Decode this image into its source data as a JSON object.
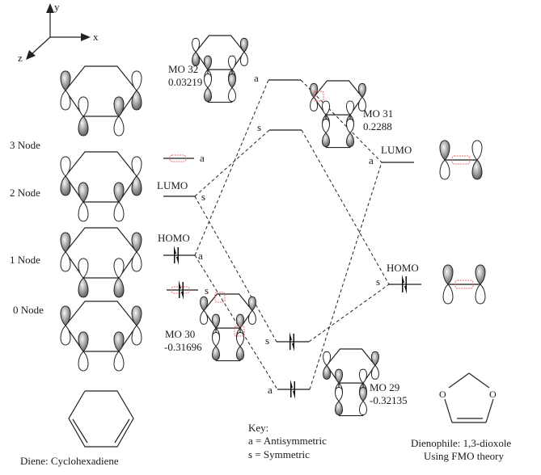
{
  "axes": {
    "x_label": "x",
    "y_label": "y",
    "z_label": "z"
  },
  "diene": {
    "node_labels": [
      "3 Node",
      "2 Node",
      "1 Node",
      "0 Node"
    ],
    "caption": "Diene: Cyclohexadiene",
    "levels": [
      {
        "symmetry": "a",
        "occupied": false,
        "tag": ""
      },
      {
        "symmetry": "s",
        "occupied": false,
        "tag": "LUMO"
      },
      {
        "symmetry": "a",
        "occupied": true,
        "tag": "HOMO"
      },
      {
        "symmetry": "s",
        "occupied": true,
        "tag": ""
      }
    ]
  },
  "complex": {
    "levels": [
      {
        "symmetry": "a",
        "occupied": false,
        "mo_label": "MO 32",
        "energy": "0.03219"
      },
      {
        "symmetry": "s",
        "occupied": false,
        "mo_label": "MO 31",
        "energy": "0.2288"
      },
      {
        "symmetry": "s",
        "occupied": true,
        "mo_label": "MO 30",
        "energy": "-0.31696"
      },
      {
        "symmetry": "a",
        "occupied": true,
        "mo_label": "MO 29",
        "energy": "-0.32135"
      }
    ]
  },
  "dienophile": {
    "caption_line1": "Dienophile: 1,3-dioxole",
    "caption_line2": "Using FMO theory",
    "oxygen_label": "O",
    "levels": [
      {
        "symmetry": "a",
        "occupied": false,
        "tag": "LUMO"
      },
      {
        "symmetry": "s",
        "occupied": true,
        "tag": "HOMO"
      }
    ]
  },
  "key": {
    "title": "Key:",
    "line1": "a = Antisymmetric",
    "line2": "s = Symmetric"
  },
  "colors": {
    "level_line": "#707070",
    "squiggle": "#f26d6d",
    "lobe_shade": "#888888"
  }
}
